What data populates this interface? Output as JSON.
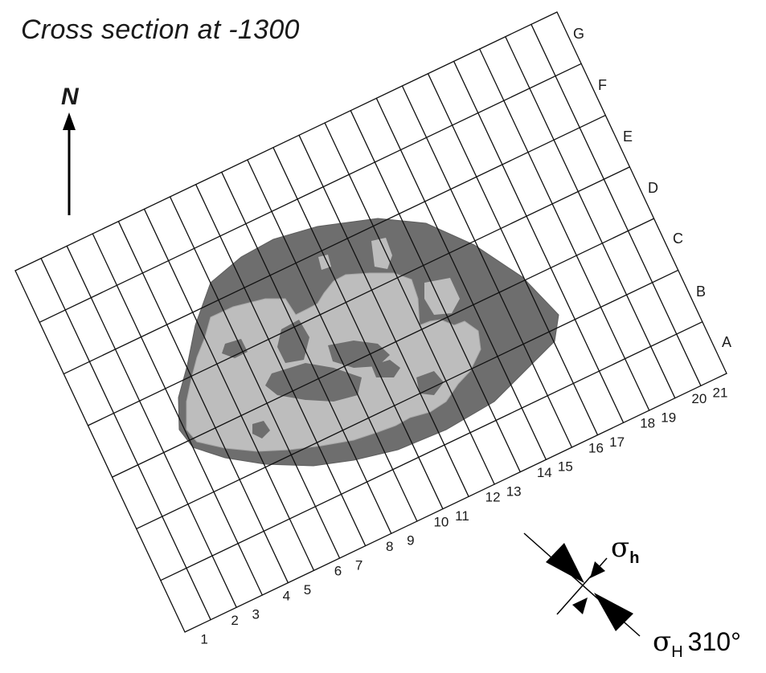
{
  "title": "Cross section at -1300",
  "north_label": "N",
  "row_labels": [
    "A",
    "B",
    "C",
    "D",
    "E",
    "F",
    "G"
  ],
  "col_labels": [
    "1",
    "2",
    "3",
    "4",
    "5",
    "6",
    "7",
    "8",
    "9",
    "10",
    "11",
    "12",
    "13",
    "14",
    "15",
    "16",
    "17",
    "18",
    "19",
    "20",
    "21"
  ],
  "stress": {
    "minor": {
      "symbol": "σ",
      "subscript": "h"
    },
    "major": {
      "symbol": "σ",
      "subscript": "H",
      "azimuth": "310°"
    }
  },
  "colors": {
    "grid_line": "#111111",
    "outer_zone": "#6e6e6e",
    "inner_zone": "#bdbdbd",
    "text": "#1a1a1a"
  }
}
